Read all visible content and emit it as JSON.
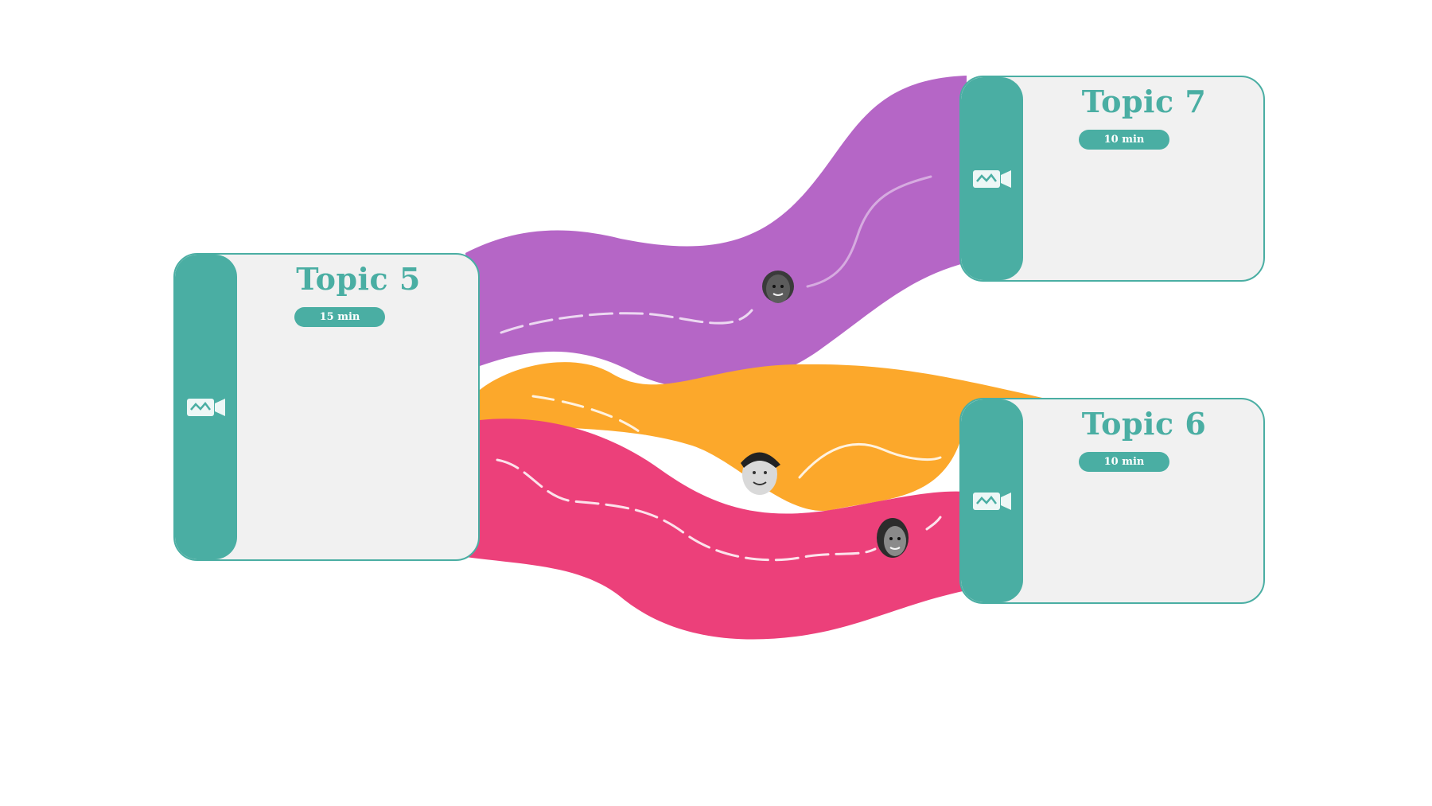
{
  "topics": [
    {
      "id": "topic5",
      "title": "Topic 5",
      "duration": "15 min"
    },
    {
      "id": "topic7",
      "title": "Topic 7",
      "duration": "10 min"
    },
    {
      "id": "topic6",
      "title": "Topic 6",
      "duration": "10 min"
    }
  ],
  "colors": {
    "teal": "#4aaea3",
    "card_bg": "#f1f1f1",
    "path_purple": "#b566c6",
    "path_orange": "#fca82b",
    "path_pink": "#ec407a",
    "dash": "#ffffff"
  },
  "icons": {
    "rail_icon": "video-camera-icon",
    "avatar": "person-photo-icon"
  }
}
